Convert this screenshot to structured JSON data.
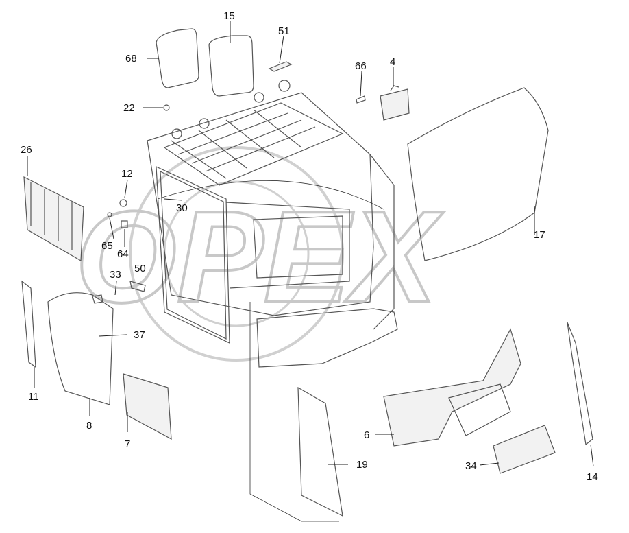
{
  "watermark": {
    "text": "OPEX",
    "color": "#c8c8c8"
  },
  "callouts": {
    "c4": "4",
    "c6": "6",
    "c7": "7",
    "c8": "8",
    "c11": "11",
    "c12": "12",
    "c14": "14",
    "c15": "15",
    "c17": "17",
    "c19": "19",
    "c22": "22",
    "c26": "26",
    "c30": "30",
    "c33": "33",
    "c34": "34",
    "c37": "37",
    "c50": "50",
    "c51": "51",
    "c64": "64",
    "c65": "65",
    "c66": "66",
    "c68": "68"
  },
  "colors": {
    "line": "#555555",
    "text": "#111111"
  }
}
